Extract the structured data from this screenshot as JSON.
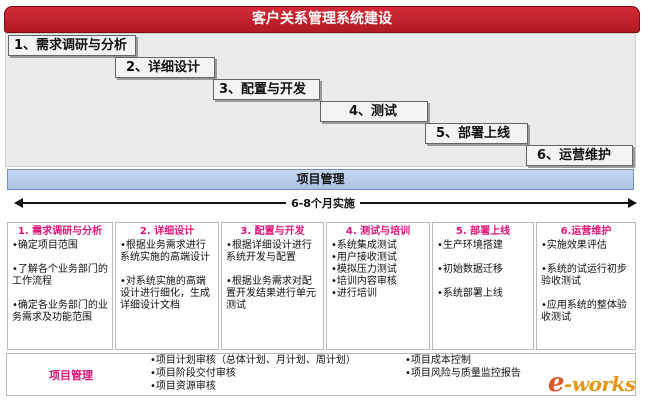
{
  "banner_title": "客户关系管理系统建设",
  "stages": [
    "1、需求调研与分析",
    "2、详细设计",
    "3、配置与开发",
    "4、测试",
    "5、部署上线",
    "6、运营维护"
  ],
  "project_management_bar": "项目管理",
  "duration_label": "6-8个月实施",
  "phases": [
    {
      "title": "1. 需求调研与分析",
      "items": [
        "•确定项目范围",
        "•了解各个业务部门的工作流程",
        "•确定各业务部门的业务需求及功能范围"
      ]
    },
    {
      "title": "2. 详细设计",
      "items": [
        "•根据业务需求进行系统实施的高端设计",
        "•对系统实施的高端设计进行细化，生成详细设计文档"
      ]
    },
    {
      "title": "3. 配置与开发",
      "items": [
        "•根据详细设计进行系统开发与配置",
        "•根据业务需求对配置开发结果进行单元测试"
      ]
    },
    {
      "title": "4. 测试与培训",
      "items": [
        "•系统集成测试",
        "•用户接收测试",
        "•模拟压力测试",
        "•培训内容审核",
        "•进行培训"
      ]
    },
    {
      "title": "5. 部署上线",
      "items": [
        "•生产环境搭建",
        "•初始数据迁移",
        "•系统部署上线"
      ]
    },
    {
      "title": "6.运营维护",
      "items": [
        "•实施效果评估",
        "•系统的试运行初步验收测试",
        "•应用系统的整体验收测试"
      ]
    }
  ],
  "project_management": {
    "label": "项目管理",
    "items_col1": [
      "•项目计划审核（总体计划、月计划、周计划）",
      "•项目阶段交付审核",
      "•项目资源审核"
    ],
    "items_col2": [
      "•项目成本控制",
      "•项目风险与质量监控报告"
    ]
  },
  "logo": {
    "e_char": "e",
    "rest": "-works"
  },
  "colors": {
    "banner": "#c4202c",
    "phase_title": "#e0157a",
    "pm_bar": "#b8cfee",
    "logo": "#e8950f"
  }
}
